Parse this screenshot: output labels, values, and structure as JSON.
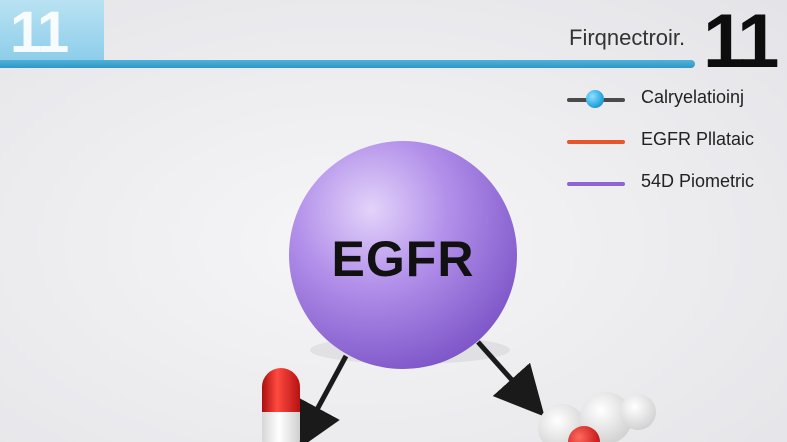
{
  "header": {
    "badge_number": "11",
    "caption": "Firqnectroir.",
    "number": "11"
  },
  "legend": {
    "items": [
      {
        "label": "Calryelatioinj",
        "color": "#4a4a4a",
        "marker": "blue-dot"
      },
      {
        "label": "EGFR Pllataic",
        "color": "#e8552b",
        "marker": "line"
      },
      {
        "label": "54D Piometric",
        "color": "#8e63d6",
        "marker": "line"
      }
    ]
  },
  "diagram": {
    "main_node": {
      "label": "EGFR",
      "color": "#a57ee0"
    },
    "colors": {
      "arrow": "#1a1a1a",
      "capsule_red": "#e02020",
      "molecule": "#f4f4f4"
    }
  }
}
